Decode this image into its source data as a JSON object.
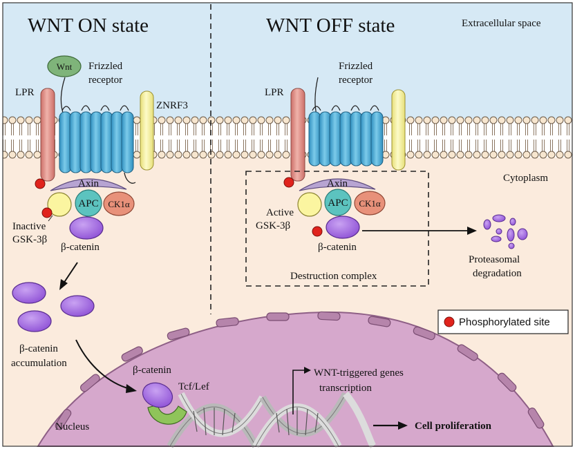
{
  "titles": {
    "on": "WNT ON state",
    "off": "WNT OFF state"
  },
  "regions": {
    "extracellular": "Extracellular space",
    "cytoplasm": "Cytoplasm",
    "nucleus": "Nucleus"
  },
  "on_state": {
    "wnt": "Wnt",
    "lpr": "LPR",
    "frizzled_line1": "Frizzled",
    "frizzled_line2": "receptor",
    "znrf3": "ZNRF3",
    "axin": "Axin",
    "apc": "APC",
    "ck1a": "CK1α",
    "gsk_line1": "Inactive",
    "gsk_line2": "GSK-3β",
    "beta_catenin": "β-catenin",
    "accumulation_line1": "β-catenin",
    "accumulation_line2": "accumulation"
  },
  "off_state": {
    "lpr": "LPR",
    "frizzled_line1": "Frizzled",
    "frizzled_line2": "receptor",
    "axin": "Axin",
    "apc": "APC",
    "ck1a": "CK1α",
    "gsk_line1": "Active",
    "gsk_line2": "GSK-3β",
    "beta_catenin": "β-catenin",
    "destruction_complex": "Destruction complex",
    "degradation_line1": "Proteasomal",
    "degradation_line2": "degradation"
  },
  "nucleus_content": {
    "beta_catenin": "β-catenin",
    "tcf_lef": "Tcf/Lef",
    "transcription_line1": "WNT-triggered genes",
    "transcription_line2": "transcription",
    "cell_proliferation": "Cell proliferation"
  },
  "legend": {
    "phosphorylated_site": "Phosphorylated site"
  },
  "colors": {
    "extracellular": "#d6e9f5",
    "cytoplasm": "#fbebdd",
    "membrane": "#f2dcc0",
    "nucleus": "#d6a8cc",
    "receptor": "#5ab4d8",
    "lpr": "#e49a92",
    "znrf3": "#f7f2a0",
    "axin": "#b7a4d2",
    "apc": "#5cc3bf",
    "ck1a": "#e8917a",
    "gsk": "#fbf5a0",
    "beta_catenin": "#a36be0",
    "wnt": "#7fb47a",
    "tcf_lef": "#8fc45a",
    "phospho": "#e0231c"
  }
}
